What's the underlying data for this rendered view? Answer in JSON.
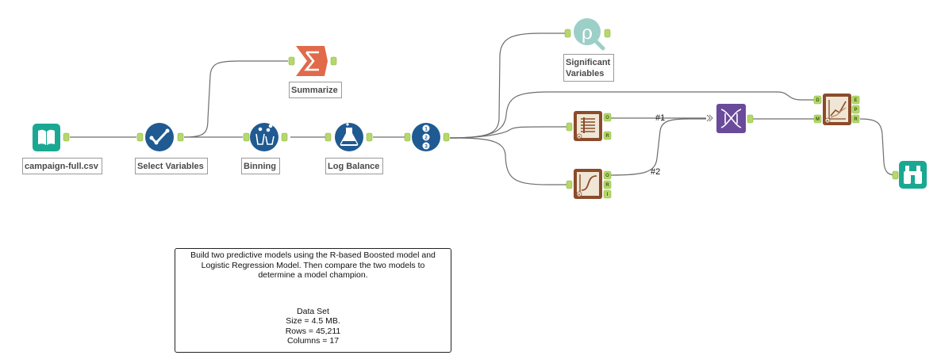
{
  "tools": {
    "input": {
      "label": "campaign-full.csv",
      "icon": "book-icon",
      "color": "#1aa893"
    },
    "select": {
      "label": "Select Variables",
      "icon": "checkmark-icon",
      "color": "#1f5a92"
    },
    "binning": {
      "label": "Binning",
      "icon": "bins-icon",
      "color": "#1f5a92"
    },
    "log_balance": {
      "label": "Log Balance",
      "icon": "flask-icon",
      "color": "#1f5a92"
    },
    "multi": {
      "icon": "numbered-list-icon",
      "color": "#1f5a92"
    },
    "summarize": {
      "label": "Summarize",
      "icon": "sigma-icon",
      "color": "#e06a4a"
    },
    "significant": {
      "label": "Significant Variables",
      "label_line1": "Significant",
      "label_line2": "Variables",
      "icon": "rho-search-icon",
      "color": "#9ccfc7"
    },
    "boosted": {
      "icon": "boosted-model-icon",
      "color": "#8b4b2b",
      "ports_out": [
        "O",
        "R"
      ]
    },
    "logistic": {
      "icon": "logistic-regression-icon",
      "color": "#8b4b2b",
      "ports_out": [
        "O",
        "R",
        "I"
      ]
    },
    "union": {
      "icon": "dna-icon",
      "color": "#6a4a9a"
    },
    "compare": {
      "icon": "model-comparison-icon",
      "color": "#8b4b2b",
      "ports_in": [
        "D",
        "M"
      ],
      "ports_out": [
        "E",
        "P",
        "R"
      ]
    },
    "browse": {
      "icon": "binoculars-icon",
      "color": "#1aa893"
    }
  },
  "connections": {
    "label_1": "#1",
    "label_2": "#2"
  },
  "comment": {
    "line1": "Build two predictive models using the R-based Boosted model and",
    "line2": "Logistic Regression Model. Then compare the two models to",
    "line3": "determine a model champion.",
    "ds_title": "Data Set",
    "ds_size": "Size = 4.5 MB.",
    "ds_rows": "Rows = 45,211",
    "ds_cols": "Columns = 17"
  }
}
